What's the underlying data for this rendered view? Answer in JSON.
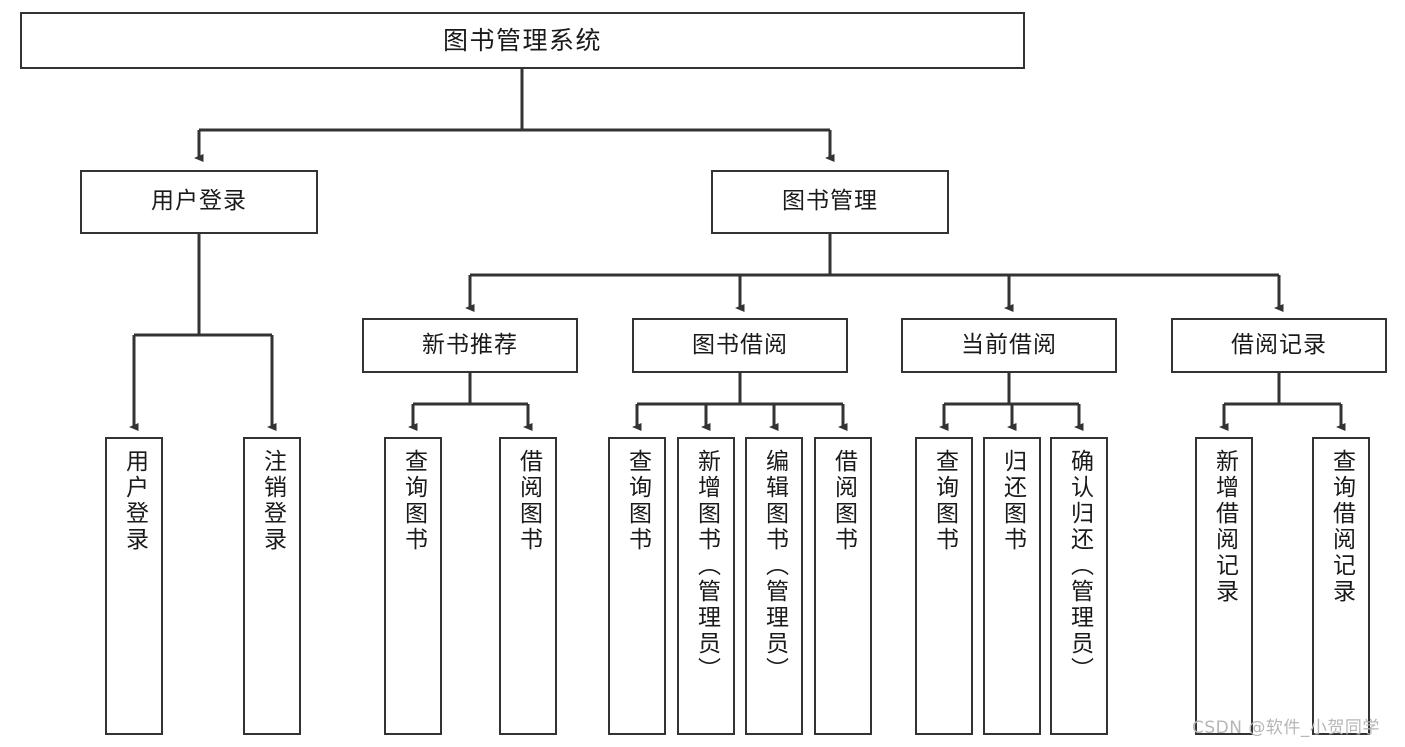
{
  "diagram": {
    "title": "图书管理系统",
    "watermark": "CSDN @软件_小贺同学",
    "edge_color": "#333333",
    "box_border_color": "#333333",
    "box_fill_color": "#ffffff",
    "text_color": "#1a1a1a",
    "watermark_color": "#b6b6b6"
  },
  "nodes": {
    "root": {
      "label": "图书管理系统"
    },
    "level2": [
      {
        "label": "用户登录"
      },
      {
        "label": "图书管理"
      }
    ],
    "level3": [
      {
        "label": "新书推荐"
      },
      {
        "label": "图书借阅"
      },
      {
        "label": "当前借阅"
      },
      {
        "label": "借阅记录"
      }
    ],
    "leaves_login": [
      {
        "label": "用户登录"
      },
      {
        "label": "注销登录"
      }
    ],
    "leaves_newbook": [
      {
        "label": "查询图书"
      },
      {
        "label": "借阅图书"
      }
    ],
    "leaves_borrow": [
      {
        "label": "查询图书"
      },
      {
        "label": "新增图书（管理员）"
      },
      {
        "label": "编辑图书（管理员）"
      },
      {
        "label": "借阅图书"
      }
    ],
    "leaves_current": [
      {
        "label": "查询图书"
      },
      {
        "label": "归还图书"
      },
      {
        "label": "确认归还（管理员）"
      }
    ],
    "leaves_record": [
      {
        "label": "新增借阅记录"
      },
      {
        "label": "查询借阅记录"
      }
    ]
  }
}
